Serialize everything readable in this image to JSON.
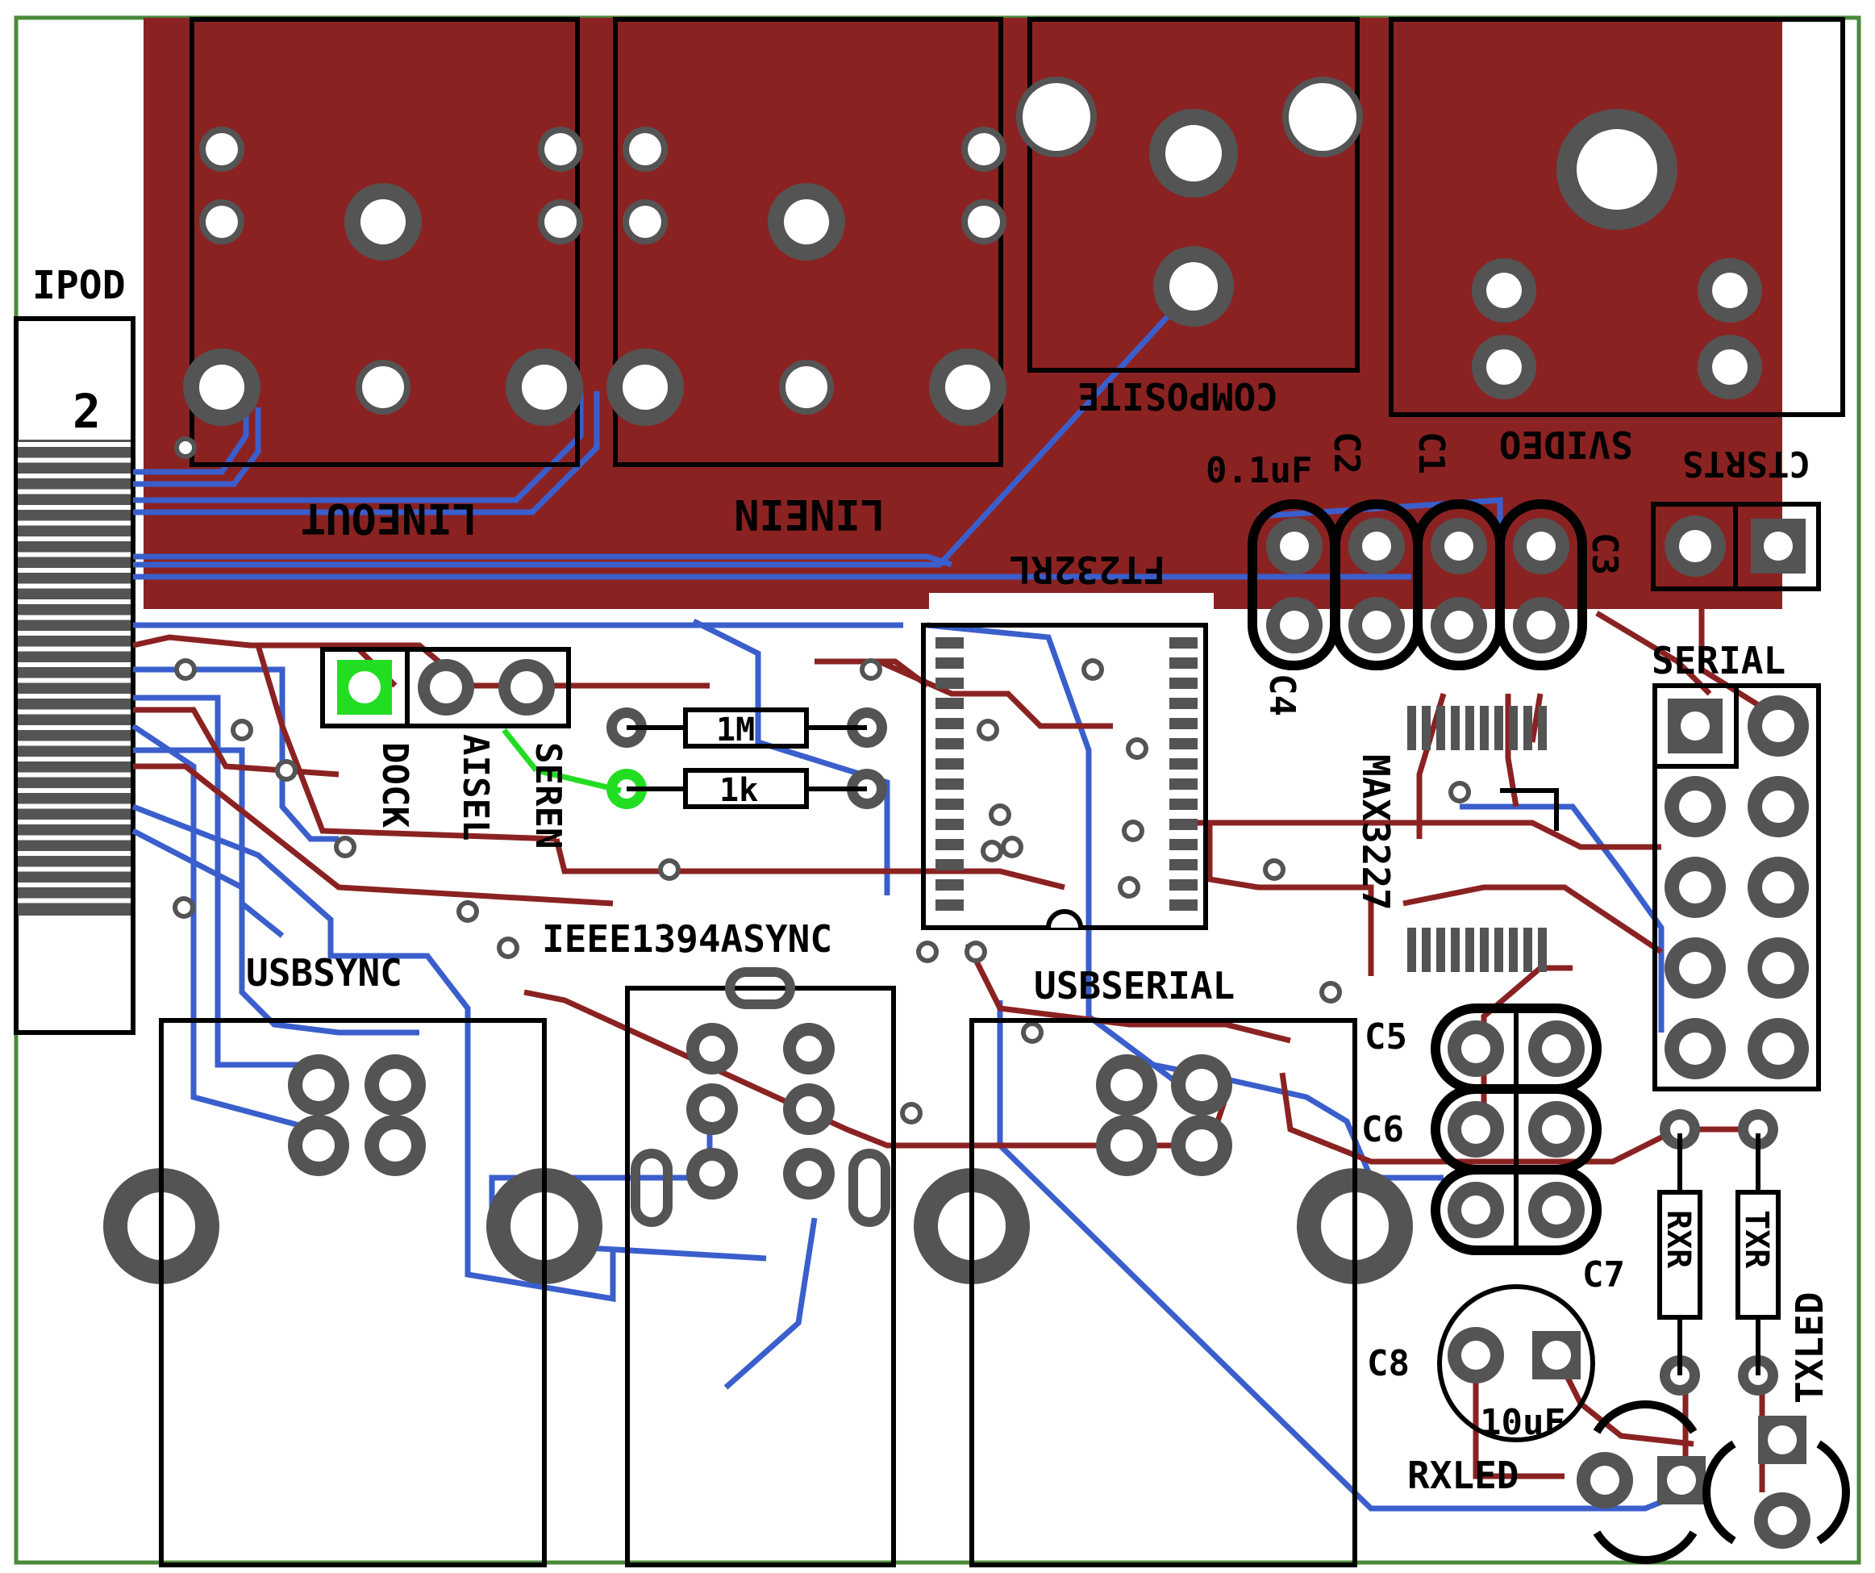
{
  "colors": {
    "background": "#ffffff",
    "board_outline": "#4a8a3a",
    "copper_top": "#8b2222",
    "copper_bottom": "#3a5fcc",
    "pad": "#545454",
    "pad_hole": "#ffffff",
    "silkscreen": "#000000",
    "highlight": "#22dd22"
  },
  "labels": {
    "ipod": "IPOD",
    "pin_number": "2",
    "lineout": "LINEOUT",
    "linein": "LINEIN",
    "composite": "COMPOSITE",
    "svideo": "SVIDEO",
    "c2": "C2",
    "c1": "C1",
    "cap_value_01uf": "0.1uF",
    "ctsrts": "CTSRTS",
    "c3": "C3",
    "c4": "C4",
    "ft232rl": "FT232RL",
    "serial": "SERIAL",
    "dock": "DOCK",
    "aisel": "AISEL",
    "seren": "SEREN",
    "r_1m": "1M",
    "r_1k": "1k",
    "max3227": "MAX3227",
    "ieee1394async": "IEEE1394ASYNC",
    "usbsync": "USBSYNC",
    "usbserial": "USBSERIAL",
    "c5": "C5",
    "c6": "C6",
    "c7": "C7",
    "c8": "C8",
    "cap_value_10uf": "10uF",
    "rxr": "RXR",
    "txr": "TXR",
    "rxled": "RXLED",
    "txled": "TXLED"
  }
}
